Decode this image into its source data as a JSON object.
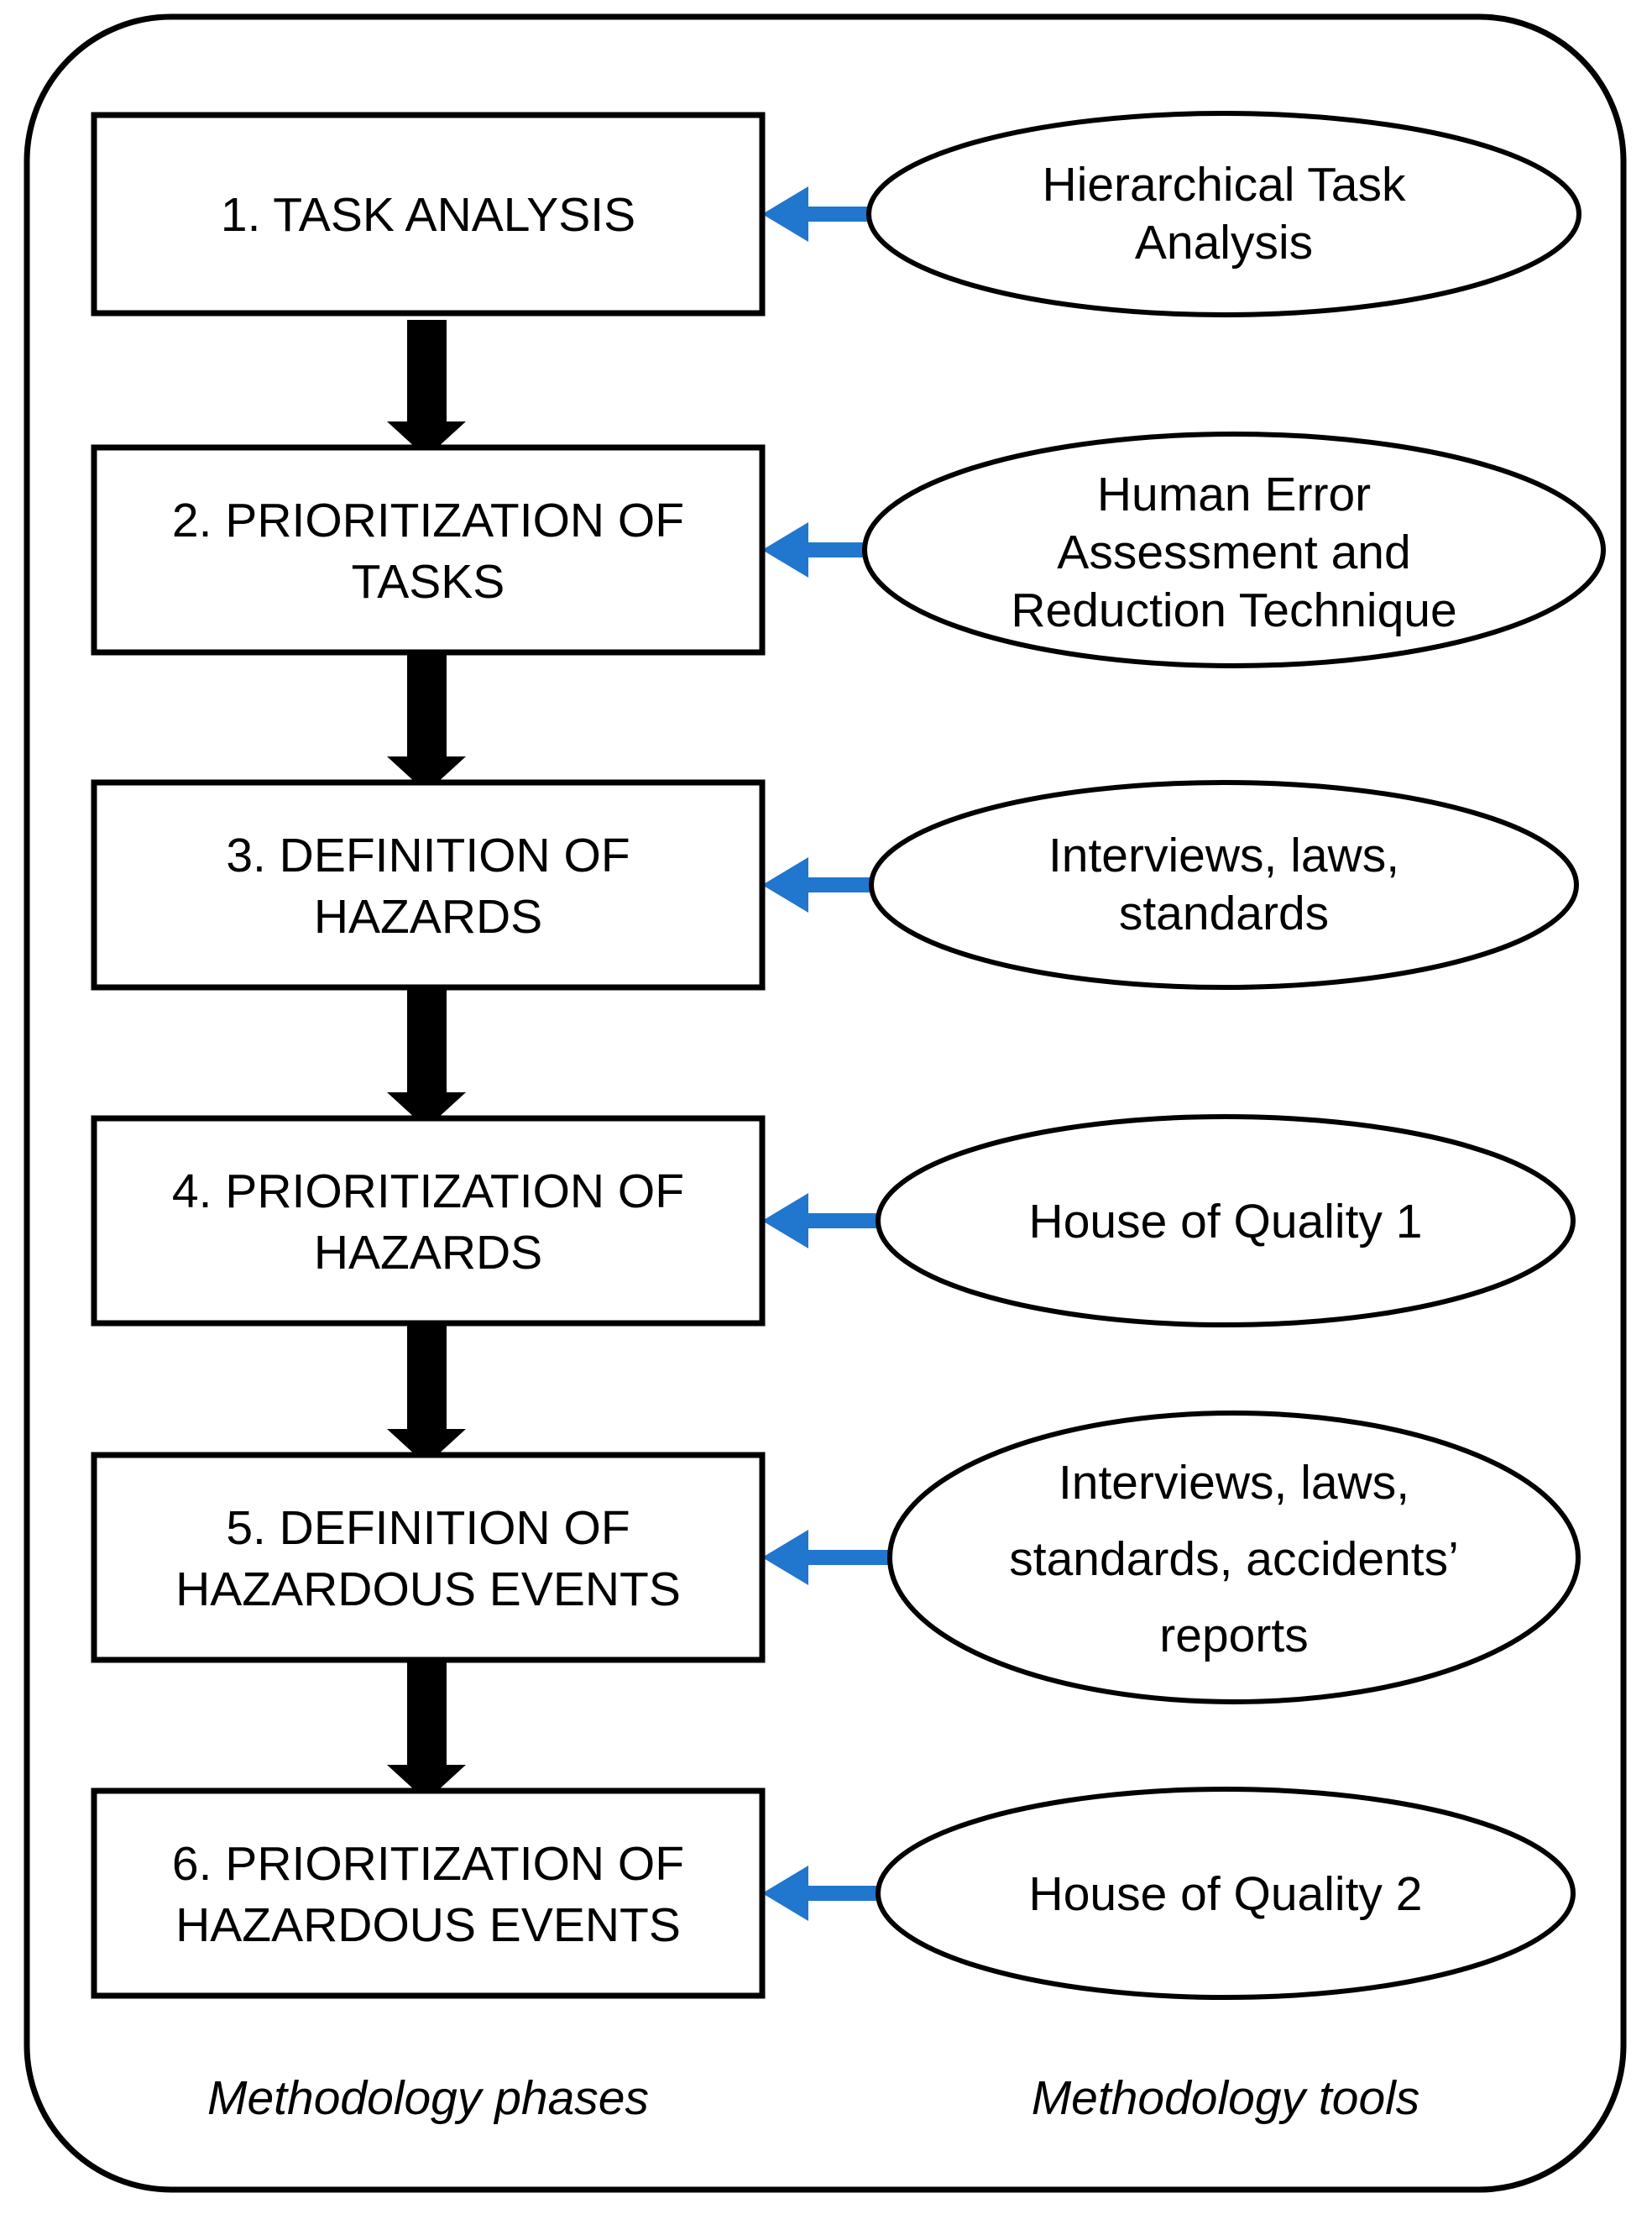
{
  "figure": {
    "type": "flowchart",
    "title": "",
    "outer_frame": "rounded-rectangle",
    "accent_color": "#2176CE",
    "stroke_color": "#000000",
    "background_color": "#FFFFFF"
  },
  "columns": {
    "left_caption": "Methodology phases",
    "right_caption": "Methodology tools"
  },
  "phases": [
    {
      "index": "1",
      "label": "1. TASK ANALYSIS",
      "lines": [
        "1. TASK ANALYSIS"
      ]
    },
    {
      "index": "2",
      "label": "2. PRIORITIZATION OF TASKS",
      "lines": [
        "2. PRIORITIZATION OF",
        "TASKS"
      ]
    },
    {
      "index": "3",
      "label": "3. DEFINITION OF HAZARDS",
      "lines": [
        "3. DEFINITION OF",
        "HAZARDS"
      ]
    },
    {
      "index": "4",
      "label": "4. PRIORITIZATION OF HAZARDS",
      "lines": [
        "4. PRIORITIZATION OF",
        "HAZARDS"
      ]
    },
    {
      "index": "5",
      "label": "5. DEFINITION OF HAZARDOUS  EVENTS",
      "lines": [
        "5. DEFINITION OF",
        "HAZARDOUS  EVENTS"
      ]
    },
    {
      "index": "6",
      "label": "6. PRIORITIZATION OF HAZARDOUS  EVENTS",
      "lines": [
        "6. PRIORITIZATION OF",
        "HAZARDOUS  EVENTS"
      ]
    }
  ],
  "tools": [
    {
      "for_phase": "1",
      "label": "Hierarchical Task Analysis",
      "lines": [
        "Hierarchical Task",
        "Analysis"
      ]
    },
    {
      "for_phase": "2",
      "label": "Human Error Assessment and Reduction Technique",
      "lines": [
        "Human Error",
        "Assessment and",
        "Reduction Technique"
      ]
    },
    {
      "for_phase": "3",
      "label": "Interviews, laws, standards",
      "lines": [
        "Interviews, laws,",
        "standards"
      ]
    },
    {
      "for_phase": "4",
      "label": "House of Quality 1",
      "lines": [
        "House of Quality 1"
      ]
    },
    {
      "for_phase": "5",
      "label": "Interviews, laws, standards, accidents’ reports",
      "lines": [
        "Interviews, laws,",
        "standards, accidents’",
        "reports"
      ]
    },
    {
      "for_phase": "6",
      "label": "House of Quality 2",
      "lines": [
        "House of Quality 2"
      ]
    }
  ],
  "flow_connectors": [
    {
      "from": "1",
      "to": "2",
      "kind": "thick-black-down-arrow"
    },
    {
      "from": "2",
      "to": "3",
      "kind": "thick-black-down-arrow"
    },
    {
      "from": "3",
      "to": "4",
      "kind": "thick-black-down-arrow"
    },
    {
      "from": "4",
      "to": "5",
      "kind": "thick-black-down-arrow"
    },
    {
      "from": "5",
      "to": "6",
      "kind": "thick-black-down-arrow"
    }
  ],
  "tool_connectors": [
    {
      "from_tool": "1",
      "to_phase": "1",
      "kind": "blue-left-arrow"
    },
    {
      "from_tool": "2",
      "to_phase": "2",
      "kind": "blue-left-arrow"
    },
    {
      "from_tool": "3",
      "to_phase": "3",
      "kind": "blue-left-arrow"
    },
    {
      "from_tool": "4",
      "to_phase": "4",
      "kind": "blue-left-arrow"
    },
    {
      "from_tool": "5",
      "to_phase": "5",
      "kind": "blue-left-arrow"
    },
    {
      "from_tool": "6",
      "to_phase": "6",
      "kind": "blue-left-arrow"
    }
  ]
}
